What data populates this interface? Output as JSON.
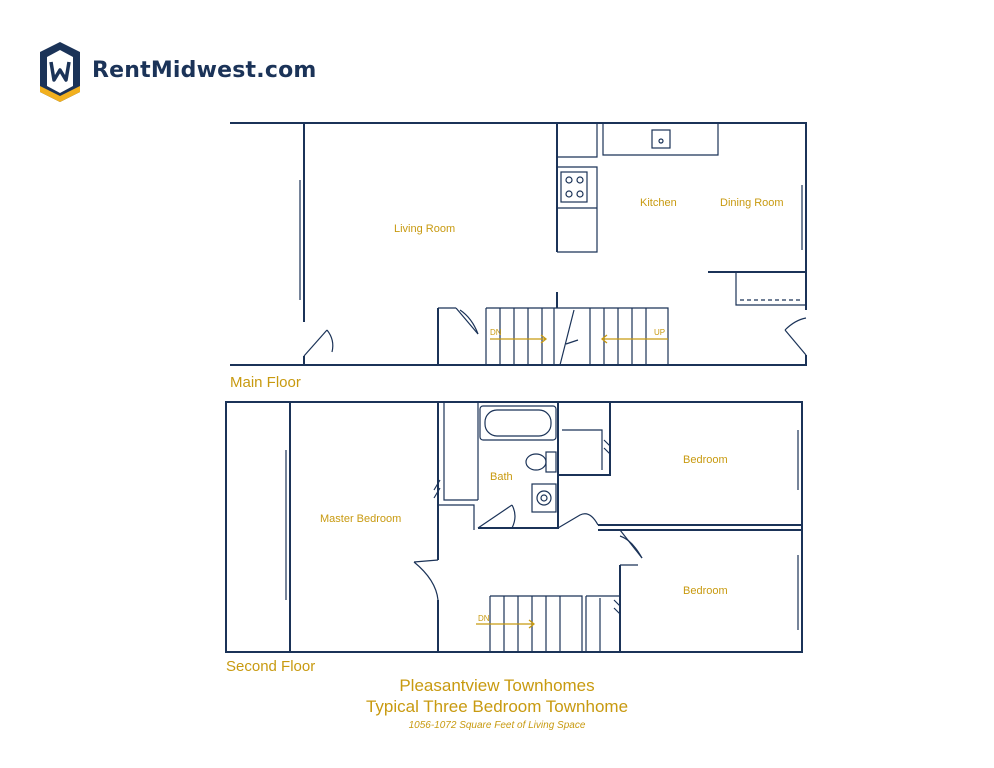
{
  "brand": {
    "name": "RentMidwest.com",
    "colors": {
      "navy": "#1b3358",
      "gold": "#f2b01e"
    }
  },
  "colors": {
    "wall": "#1b3358",
    "label": "#c89a10",
    "floor_label": "#c89a10"
  },
  "main_floor": {
    "label": "Main Floor",
    "rooms": {
      "living": "Living Room",
      "kitchen": "Kitchen",
      "dining": "Dining Room"
    },
    "stairs": {
      "down": "DN",
      "up": "UP"
    }
  },
  "second_floor": {
    "label": "Second Floor",
    "rooms": {
      "master": "Master Bedroom",
      "bath": "Bath",
      "bedroom1": "Bedroom",
      "bedroom2": "Bedroom"
    },
    "stairs": {
      "down": "DN"
    }
  },
  "footer": {
    "property": "Pleasantview Townhomes",
    "unit": "Typical Three Bedroom Townhome",
    "area": "1056-1072 Square Feet of Living Space"
  },
  "icons": [
    "logo-shield-icon",
    "sink-icon",
    "stove-icon",
    "bathtub-icon",
    "toilet-icon",
    "bath-sink-icon"
  ]
}
